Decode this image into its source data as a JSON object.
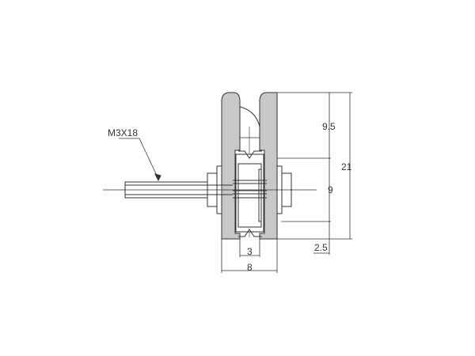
{
  "diagram": {
    "type": "mechanical-technical-drawing",
    "subject": "V-groove roller bearing bracket, side section view",
    "colors": {
      "line": "#333333",
      "body_fill": "#c8c8c8",
      "background": "#ffffff"
    },
    "callouts": {
      "screw": "M3X18"
    },
    "dimensions": {
      "top_section": "9.5",
      "total_height": "21",
      "middle_section": "9",
      "bottom_offset": "2.5",
      "slot_width": "3",
      "total_width": "8"
    }
  }
}
